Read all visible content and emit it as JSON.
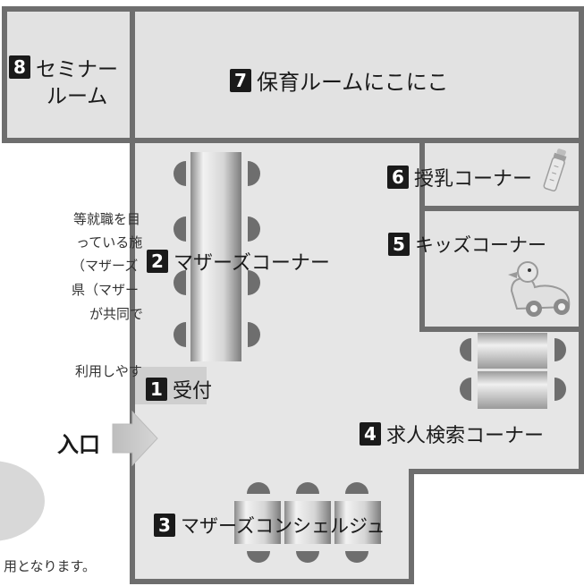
{
  "rooms": [
    {
      "num": "8",
      "label_line1": "セミナー",
      "label_line2": "ルーム"
    },
    {
      "num": "7",
      "label": "保育ルームにこにこ"
    },
    {
      "num": "6",
      "label": "授乳コーナー"
    },
    {
      "num": "5",
      "label": "キッズコーナー"
    },
    {
      "num": "2",
      "label": "マザーズコーナー"
    },
    {
      "num": "1",
      "label": "受付"
    },
    {
      "num": "4",
      "label": "求人検索コーナー"
    },
    {
      "num": "3",
      "label": "マザーズコンシェルジュ"
    }
  ],
  "entrance_label": "入口",
  "side_text": {
    "lines": [
      "等就職を目",
      "っている施",
      "（マザーズ",
      "県（マザー",
      "が共同で",
      "利用しやす"
    ],
    "bottom": "用となります。"
  },
  "colors": {
    "wall": "#6e6e6e",
    "floor": "#e6e6e6",
    "room_fill": "#e2e2e2",
    "number_box": "#1a1a1a",
    "oval": "#d8d8d8"
  },
  "icons": [
    "baby-bottle-icon",
    "toy-duck-icon",
    "entrance-arrow-icon"
  ]
}
